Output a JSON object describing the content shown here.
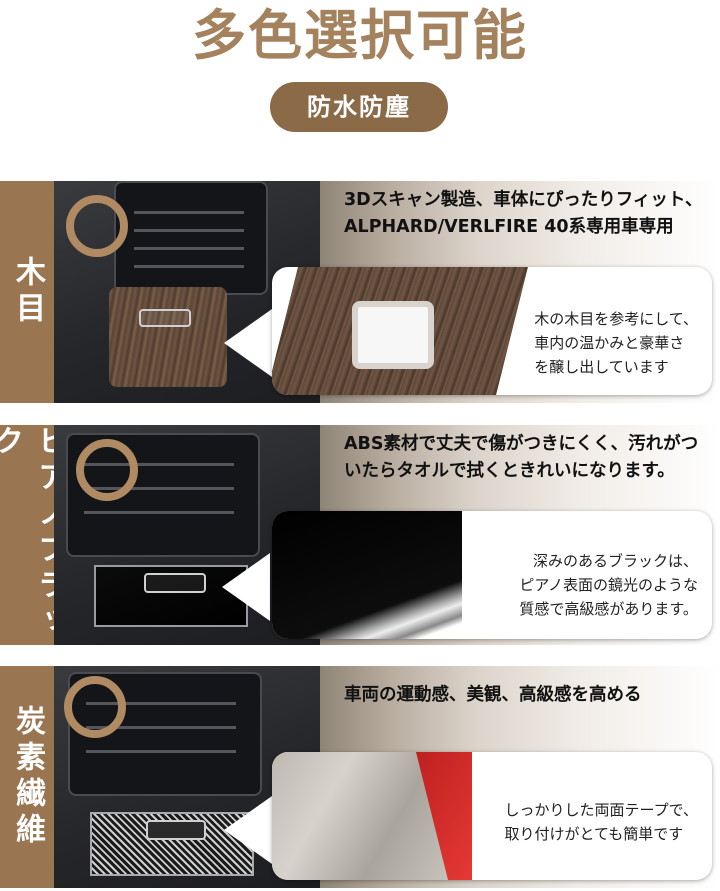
{
  "header": {
    "title": "多色選択可能",
    "badge": "防水防塵"
  },
  "colors": {
    "title": "#a5825e",
    "badge_bg": "#8b6a48",
    "side_bar": "#9a7551",
    "ring": "#b08a62"
  },
  "sections": [
    {
      "label": "木目",
      "heading": "3Dスキャン製造、車体にぴったりフィット、ALPHARD/VERLFIRE 40系専用車専用",
      "caption_lines": [
        "木の木目を参考にして、",
        "車内の温かみと豪華さ",
        "を醸し出しています"
      ]
    },
    {
      "label": "ピアノブラック",
      "heading": "ABS素材で丈夫で傷がつきにくく、汚れがついたらタオルで拭くときれいになります。",
      "caption_lines": [
        "深みのあるブラックは、",
        "ピアノ表面の鏡光のような",
        "質感で高級感があります。"
      ]
    },
    {
      "label": "炭素繊維",
      "heading": "車両の運動感、美観、高級感を高める",
      "caption_lines": [
        "しっかりした両面テープで、",
        "取り付けがとても簡単です"
      ]
    }
  ]
}
